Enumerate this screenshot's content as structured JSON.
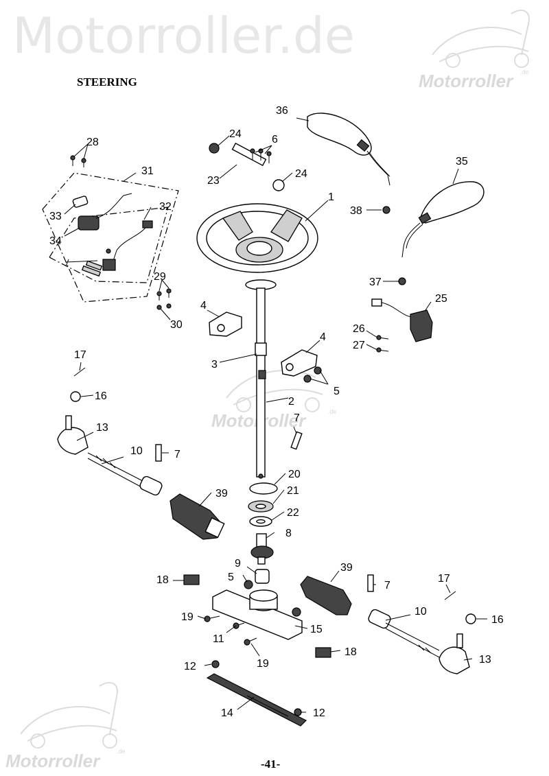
{
  "watermarks": {
    "top_left": "Motorroller.de",
    "logo_text": "Motorroller",
    "logo_suffix": ".de"
  },
  "heading": "STEERING",
  "page_number": "-41-",
  "callouts": [
    "1",
    "2",
    "3",
    "4",
    "4",
    "5",
    "5",
    "6",
    "7",
    "7",
    "7",
    "8",
    "9",
    "10",
    "10",
    "11",
    "12",
    "12",
    "13",
    "13",
    "14",
    "15",
    "16",
    "16",
    "17",
    "17",
    "18",
    "18",
    "19",
    "19",
    "20",
    "21",
    "22",
    "23",
    "24",
    "24",
    "25",
    "26",
    "27",
    "28",
    "29",
    "30",
    "31",
    "32",
    "33",
    "34",
    "35",
    "36",
    "37",
    "38",
    "39",
    "39"
  ]
}
